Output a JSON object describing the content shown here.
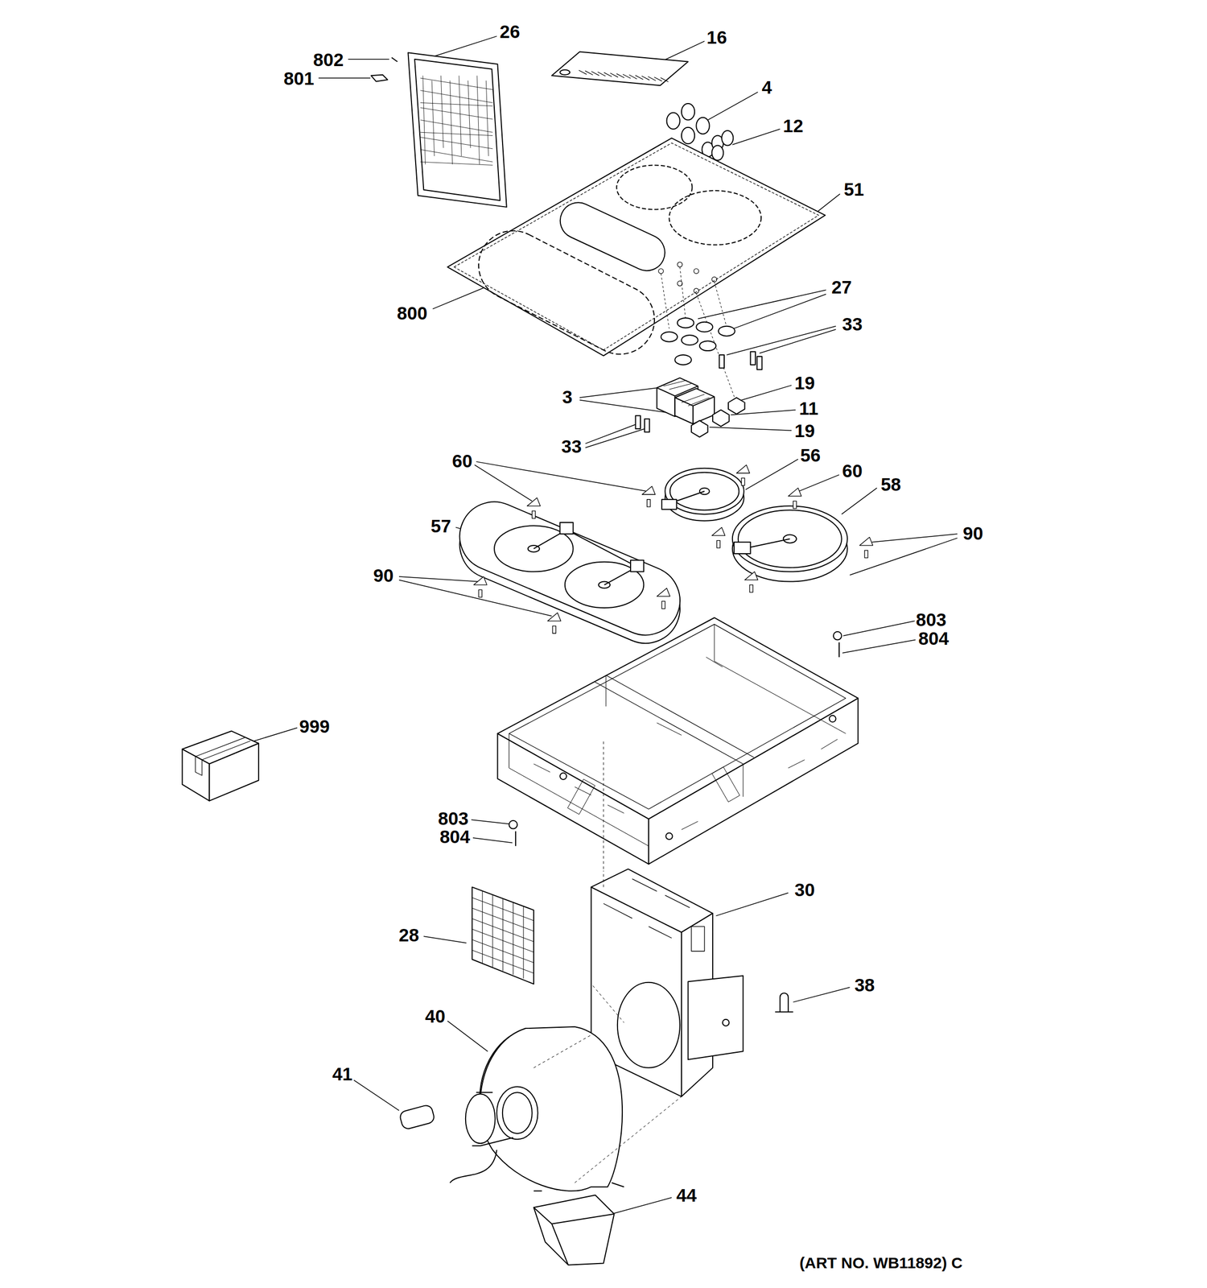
{
  "diagram": {
    "labels": [
      "26",
      "16",
      "802",
      "801",
      "4",
      "12",
      "51",
      "800",
      "27",
      "33",
      "19",
      "3",
      "11",
      "19",
      "33",
      "60",
      "56",
      "60",
      "58",
      "57",
      "90",
      "90",
      "803",
      "804",
      "999",
      "803",
      "804",
      "30",
      "28",
      "38",
      "40",
      "41",
      "44",
      "(ART NO. WB11892) C"
    ]
  }
}
